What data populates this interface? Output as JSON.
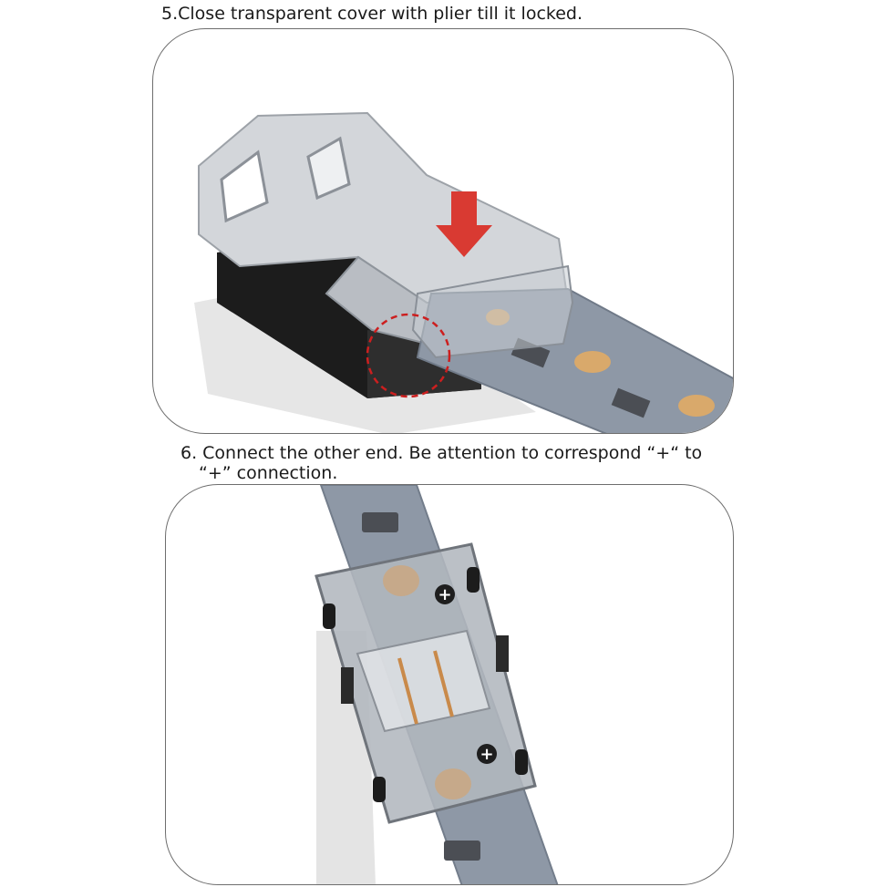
{
  "step5": {
    "caption": "5.Close transparent cover with plier till it locked."
  },
  "step6": {
    "caption_line1": "6. Connect the other end. Be attention to correspond “+“ to",
    "caption_line2": "“+” connection.",
    "polarity_mark": "+"
  },
  "colors": {
    "arrow": "#d93a32",
    "dashed_circle": "#cc1f1f",
    "strip": "#8e98a6",
    "led_pad": "#d9a96b",
    "housing_black": "#1c1c1c",
    "cover_clear": "#c9ccd1"
  }
}
